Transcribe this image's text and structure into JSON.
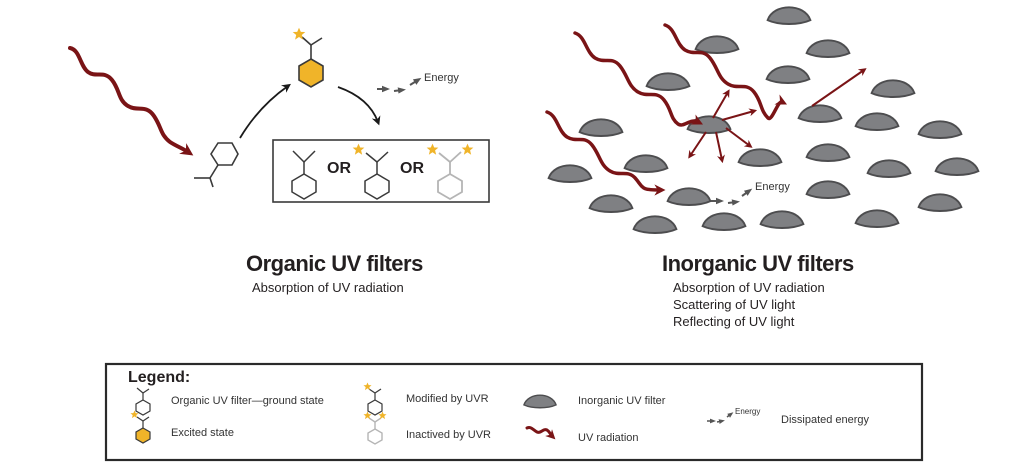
{
  "colors": {
    "uv_radiation": "#7a1416",
    "excited_fill": "#f0b429",
    "star": "#f0b429",
    "inorganic_particle_fill": "#7f8083",
    "inorganic_particle_stroke": "#4d4d4f",
    "molecule_stroke": "#3a3a3a",
    "inactive_stroke": "#b5b5b5",
    "arrow_black": "#1a1a1a",
    "energy_arrow": "#555555"
  },
  "organic": {
    "title": "Organic UV filters",
    "mechanisms": [
      "Absorption of UV radiation"
    ],
    "energy_label": "Energy",
    "or_label_1": "OR",
    "or_label_2": "OR"
  },
  "inorganic": {
    "title": "Inorganic UV filters",
    "mechanisms": [
      "Absorption of UV radiation",
      "Scattering of UV light",
      "Reflecting of UV light"
    ],
    "energy_label": "Energy"
  },
  "legend": {
    "title": "Legend:",
    "items": [
      {
        "icon": "organic-ground-state-icon",
        "label": "Organic UV filter—ground state"
      },
      {
        "icon": "excited-state-icon",
        "label": "Excited state"
      },
      {
        "icon": "modified-molecule-icon",
        "label": "Modified by UVR"
      },
      {
        "icon": "inactivated-molecule-icon",
        "label": "Inactived by UVR"
      },
      {
        "icon": "inorganic-particle-icon",
        "label": "Inorganic UV filter"
      },
      {
        "icon": "uv-radiation-icon",
        "label": "UV radiation"
      },
      {
        "icon": "dissipated-energy-icon",
        "label": "Dissipated energy",
        "icon_text": "Energy"
      }
    ]
  }
}
